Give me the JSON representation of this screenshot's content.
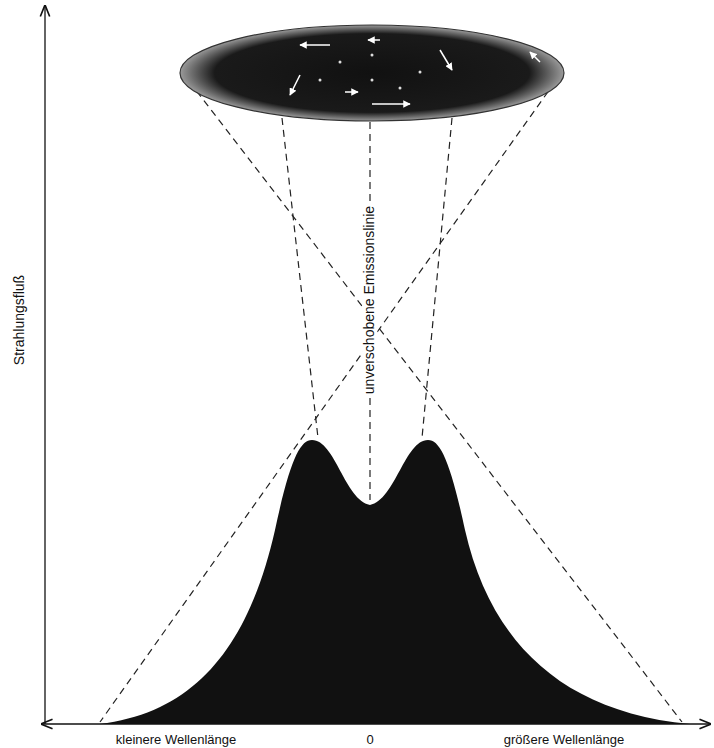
{
  "diagram": {
    "labels": [
      "Strahlungsfluß",
      "unverschobene Emissionslinie",
      "kleinere Wellenlänge",
      "0",
      "größere Wellenlänge"
    ]
  }
}
